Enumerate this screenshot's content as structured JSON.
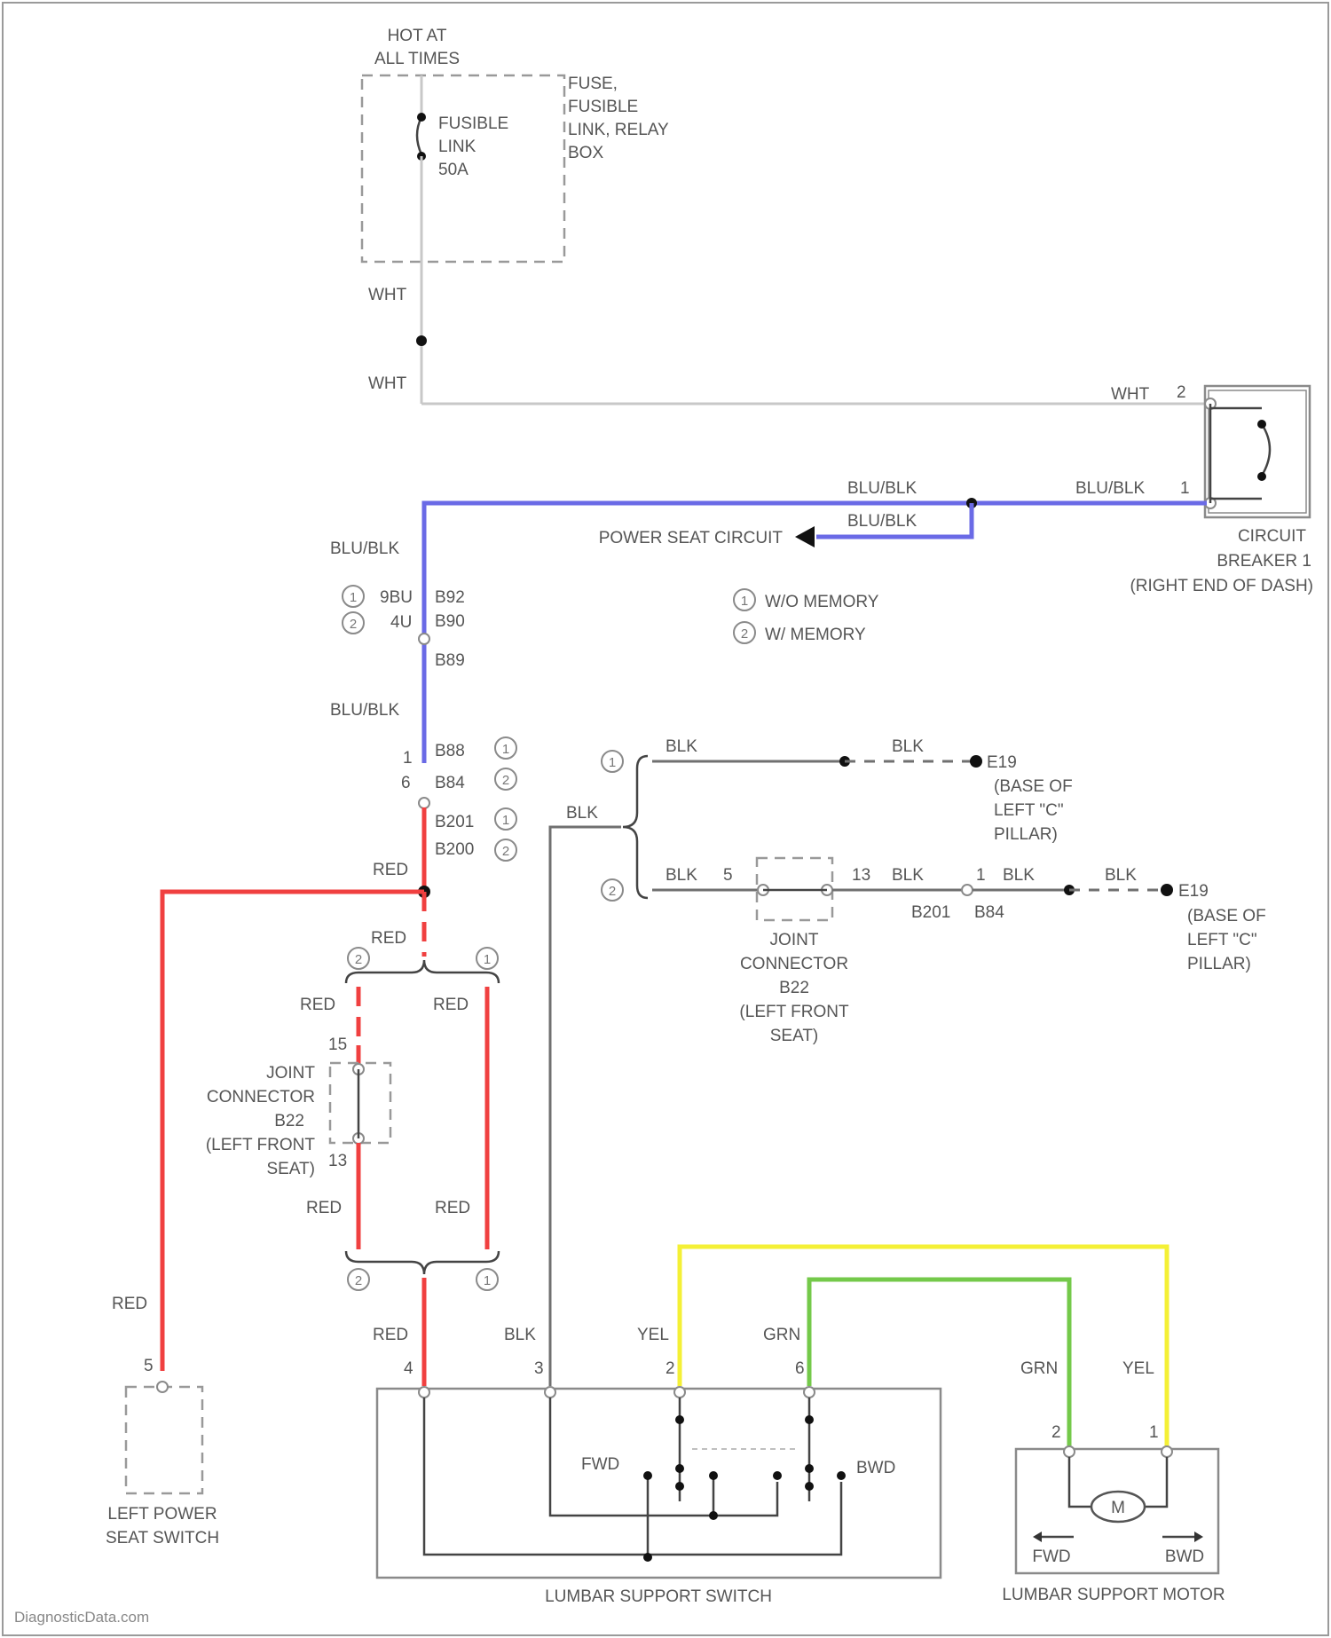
{
  "fuse_box": {
    "supply": [
      "HOT AT",
      "ALL TIMES"
    ],
    "fusible_link": [
      "FUSIBLE",
      "LINK",
      "50A"
    ],
    "box_name": [
      "FUSE,",
      "FUSIBLE",
      "LINK, RELAY",
      "BOX"
    ]
  },
  "wires": {
    "wht": "WHT",
    "blu_blk": "BLU/BLK",
    "red": "RED",
    "blk": "BLK",
    "yel": "YEL",
    "grn": "GRN"
  },
  "circuit_breaker": {
    "pin_top": "2",
    "pin_bottom": "1",
    "name": [
      "CIRCUIT",
      "BREAKER 1",
      "(RIGHT END OF DASH)"
    ]
  },
  "power_seat_circuit": "POWER SEAT CIRCUIT",
  "legend": {
    "wo_memory": {
      "num": "1",
      "text": "W/O MEMORY"
    },
    "w_memory": {
      "num": "2",
      "text": "W/ MEMORY"
    }
  },
  "connectors_upper": {
    "pin_1": "1",
    "pin_2": "1",
    "n_1": "9BU",
    "n_2": "4U",
    "c_1": "B92",
    "c_2": "B90",
    "c_3": "B89"
  },
  "connectors_lower": {
    "pin_1": "1",
    "pin_2": "6",
    "c_1": "B88",
    "c_2": "B84",
    "c_3": "B201",
    "c_4": "B200"
  },
  "ground_1": {
    "label": "E19",
    "location": [
      "(BASE OF",
      "LEFT \"C\"",
      "PILLAR)"
    ]
  },
  "ground_2": {
    "label": "E19",
    "location": [
      "(BASE OF",
      "LEFT \"C\"",
      "PILLAR)"
    ],
    "pin_a": "5",
    "pin_b": "13",
    "pin_c": "1",
    "c_1": "B201",
    "c_2": "B84"
  },
  "joint_connector": {
    "name": [
      "JOINT",
      "CONNECTOR",
      "B22",
      "(LEFT FRONT",
      "SEAT)"
    ],
    "pin_top": "15",
    "pin_bottom": "13"
  },
  "legend_nums": {
    "one": "1",
    "two": "2"
  },
  "left_power_seat_switch": {
    "pin": "5",
    "name": [
      "LEFT POWER",
      "SEAT SWITCH"
    ]
  },
  "lumbar_switch": {
    "pins": [
      "4",
      "3",
      "2",
      "6"
    ],
    "fwd": "FWD",
    "bwd": "BWD",
    "name": "LUMBAR SUPPORT SWITCH"
  },
  "lumbar_motor": {
    "pins": [
      "2",
      "1"
    ],
    "motor": "M",
    "fwd": "FWD",
    "bwd": "BWD",
    "name": "LUMBAR SUPPORT MOTOR"
  },
  "watermark": "DiagnosticData.com",
  "colors": {
    "wht": "#c8c8c8",
    "blu_blk": "#6a6ae6",
    "red": "#f04040",
    "blk": "#707070",
    "yel": "#f4f036",
    "grn": "#74c94a"
  }
}
